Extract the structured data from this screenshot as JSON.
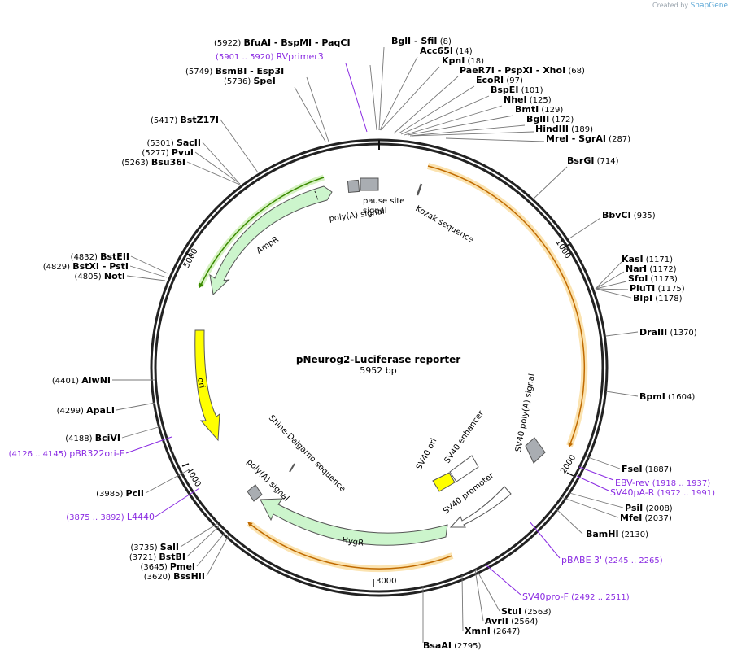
{
  "credit": {
    "prefix": "Created by",
    "brand": "SnapGene"
  },
  "plasmid": {
    "name": "pNeurog2-Luciferase reporter",
    "length_label": "5952 bp",
    "length": 5952
  },
  "ticks": [
    "1000",
    "2000",
    "3000",
    "4000",
    "5000"
  ],
  "sites": [
    {
      "id": "bfuai",
      "names": [
        "BfuAI",
        "BspMI",
        "PaqCI"
      ],
      "pos": "(5922)",
      "bp": 5922
    },
    {
      "id": "rvprimer3",
      "primer": true,
      "names": [
        "RVprimer3"
      ],
      "pos": "(5901 .. 5920)",
      "bp": 5910
    },
    {
      "id": "bsmbi",
      "names": [
        "BsmBI",
        "Esp3I"
      ],
      "pos": "(5749)",
      "bp": 5749
    },
    {
      "id": "spei",
      "names": [
        "SpeI"
      ],
      "pos": "(5736)",
      "bp": 5736
    },
    {
      "id": "bglI",
      "names": [
        "BglI",
        "SfiI"
      ],
      "pos": "(8)",
      "bp": 8
    },
    {
      "id": "acc65i",
      "names": [
        "Acc65I"
      ],
      "pos": "(14)",
      "bp": 14
    },
    {
      "id": "kpni",
      "names": [
        "KpnI"
      ],
      "pos": "(18)",
      "bp": 18
    },
    {
      "id": "paer7i",
      "names": [
        "PaeR7I",
        "PspXI",
        "XhoI"
      ],
      "pos": "(68)",
      "bp": 68
    },
    {
      "id": "ecori",
      "names": [
        "EcoRI"
      ],
      "pos": "(97)",
      "bp": 97
    },
    {
      "id": "bspei",
      "names": [
        "BspEI"
      ],
      "pos": "(101)",
      "bp": 101
    },
    {
      "id": "nhei",
      "names": [
        "NheI"
      ],
      "pos": "(125)",
      "bp": 125
    },
    {
      "id": "bmti",
      "names": [
        "BmtI"
      ],
      "pos": "(129)",
      "bp": 129
    },
    {
      "id": "bglii",
      "names": [
        "BglII"
      ],
      "pos": "(172)",
      "bp": 172
    },
    {
      "id": "hindiii",
      "names": [
        "HindIII"
      ],
      "pos": "(189)",
      "bp": 189
    },
    {
      "id": "mrei",
      "names": [
        "MreI",
        "SgrAI"
      ],
      "pos": "(287)",
      "bp": 287
    },
    {
      "id": "bsrgi",
      "names": [
        "BsrGI"
      ],
      "pos": "(714)",
      "bp": 714
    },
    {
      "id": "bbvci",
      "names": [
        "BbvCI"
      ],
      "pos": "(935)",
      "bp": 935
    },
    {
      "id": "kasi",
      "names": [
        "KasI"
      ],
      "pos": "(1171)",
      "bp": 1171
    },
    {
      "id": "nari",
      "names": [
        "NarI"
      ],
      "pos": "(1172)",
      "bp": 1172
    },
    {
      "id": "sfoi",
      "names": [
        "SfoI"
      ],
      "pos": "(1173)",
      "bp": 1173
    },
    {
      "id": "pluti",
      "names": [
        "PluTI"
      ],
      "pos": "(1175)",
      "bp": 1175
    },
    {
      "id": "blpi",
      "names": [
        "BlpI"
      ],
      "pos": "(1178)",
      "bp": 1178
    },
    {
      "id": "draiii",
      "names": [
        "DraIII"
      ],
      "pos": "(1370)",
      "bp": 1370
    },
    {
      "id": "bpmi",
      "names": [
        "BpmI"
      ],
      "pos": "(1604)",
      "bp": 1604
    },
    {
      "id": "fsei",
      "names": [
        "FseI"
      ],
      "pos": "(1887)",
      "bp": 1887
    },
    {
      "id": "ebvrev",
      "primer": true,
      "names": [
        "EBV-rev"
      ],
      "pos": "(1918 .. 1937)",
      "bp": 1927
    },
    {
      "id": "sv40par",
      "primer": true,
      "names": [
        "SV40pA-R"
      ],
      "pos": "(1972 .. 1991)",
      "bp": 1981
    },
    {
      "id": "psii",
      "names": [
        "PsiI"
      ],
      "pos": "(2008)",
      "bp": 2008
    },
    {
      "id": "mfei",
      "names": [
        "MfeI"
      ],
      "pos": "(2037)",
      "bp": 2037
    },
    {
      "id": "bamhi",
      "names": [
        "BamHI"
      ],
      "pos": "(2130)",
      "bp": 2130
    },
    {
      "id": "pbabe3",
      "primer": true,
      "names": [
        "pBABE 3'"
      ],
      "pos": "(2245 .. 2265)",
      "bp": 2255
    },
    {
      "id": "sv40prof",
      "primer": true,
      "names": [
        "SV40pro-F"
      ],
      "pos": "(2492 .. 2511)",
      "bp": 2501
    },
    {
      "id": "stui",
      "names": [
        "StuI"
      ],
      "pos": "(2563)",
      "bp": 2563
    },
    {
      "id": "avrii",
      "names": [
        "AvrII"
      ],
      "pos": "(2564)",
      "bp": 2564
    },
    {
      "id": "xmni",
      "names": [
        "XmnI"
      ],
      "pos": "(2647)",
      "bp": 2647
    },
    {
      "id": "bsaai",
      "names": [
        "BsaAI"
      ],
      "pos": "(2795)",
      "bp": 2795
    },
    {
      "id": "sali",
      "names": [
        "SalI"
      ],
      "pos": "(3735)",
      "bp": 3735
    },
    {
      "id": "bstbi",
      "names": [
        "BstBI"
      ],
      "pos": "(3721)",
      "bp": 3721
    },
    {
      "id": "pmei",
      "names": [
        "PmeI"
      ],
      "pos": "(3645)",
      "bp": 3645
    },
    {
      "id": "bsshii",
      "names": [
        "BssHII"
      ],
      "pos": "(3620)",
      "bp": 3620
    },
    {
      "id": "l4440",
      "primer": true,
      "names": [
        "L4440"
      ],
      "pos": "(3875 .. 3892)",
      "bp": 3883
    },
    {
      "id": "pcii",
      "names": [
        "PciI"
      ],
      "pos": "(3985)",
      "bp": 3985
    },
    {
      "id": "pbr322ori",
      "primer": true,
      "names": [
        "pBR322ori-F"
      ],
      "pos": "(4126 .. 4145)",
      "bp": 4135
    },
    {
      "id": "bcivi",
      "names": [
        "BciVI"
      ],
      "pos": "(4188)",
      "bp": 4188
    },
    {
      "id": "apali",
      "names": [
        "ApaLI"
      ],
      "pos": "(4299)",
      "bp": 4299
    },
    {
      "id": "alwni",
      "names": [
        "AlwNI"
      ],
      "pos": "(4401)",
      "bp": 4401
    },
    {
      "id": "noti",
      "names": [
        "NotI"
      ],
      "pos": "(4805)",
      "bp": 4805
    },
    {
      "id": "bstxi",
      "names": [
        "BstXI",
        "PstI"
      ],
      "pos": "(4829)",
      "bp": 4829
    },
    {
      "id": "bsteii",
      "names": [
        "BstEII"
      ],
      "pos": "(4832)",
      "bp": 4832
    },
    {
      "id": "bsu36i",
      "names": [
        "Bsu36I"
      ],
      "pos": "(5263)",
      "bp": 5263
    },
    {
      "id": "pvui",
      "names": [
        "PvuI"
      ],
      "pos": "(5277)",
      "bp": 5277
    },
    {
      "id": "sacii",
      "names": [
        "SacII"
      ],
      "pos": "(5301)",
      "bp": 5301
    },
    {
      "id": "bstz17i",
      "names": [
        "BstZ17I"
      ],
      "pos": "(5417)",
      "bp": 5417
    }
  ],
  "features": [
    {
      "id": "luciferase",
      "type": "cds",
      "label": "",
      "color": "#f5a623",
      "start": 260,
      "end": 1880
    },
    {
      "id": "hygr",
      "type": "cds",
      "label": "HygR",
      "color": "#ccf5cc"
    },
    {
      "id": "ampr",
      "type": "cds",
      "label": "AmpR",
      "color": "#ccf5cc"
    },
    {
      "id": "ori",
      "type": "rep_origin",
      "label": "ori",
      "color": "#ffff00"
    },
    {
      "id": "sv40_ori",
      "type": "rep_origin",
      "label": "SV40 ori",
      "color": "#ffff00"
    },
    {
      "id": "sv40_enhancer",
      "type": "enhancer",
      "label": "SV40 enhancer",
      "color": "#ffffff"
    },
    {
      "id": "sv40_promoter",
      "type": "promoter",
      "label": "SV40 promoter",
      "color": "#ffffff"
    },
    {
      "id": "sv40_polya",
      "type": "terminator",
      "label": "SV40 poly(A) signal",
      "color": "#a9adb2"
    },
    {
      "id": "polya_hygr",
      "type": "terminator",
      "label": "poly(A) signal",
      "color": "#a9adb2"
    },
    {
      "id": "polya_top",
      "type": "terminator",
      "label": "poly(A) signal",
      "color": "#a9adb2"
    },
    {
      "id": "pause_site",
      "type": "misc",
      "label": "pause site",
      "color": "#a9adb2"
    },
    {
      "id": "kozak",
      "type": "misc",
      "label": "Kozak sequence",
      "color": "#a9adb2"
    },
    {
      "id": "shine_dalgarno",
      "type": "rbs",
      "label": "Shine-Dalgarno sequence",
      "color": "#a9adb2"
    }
  ]
}
